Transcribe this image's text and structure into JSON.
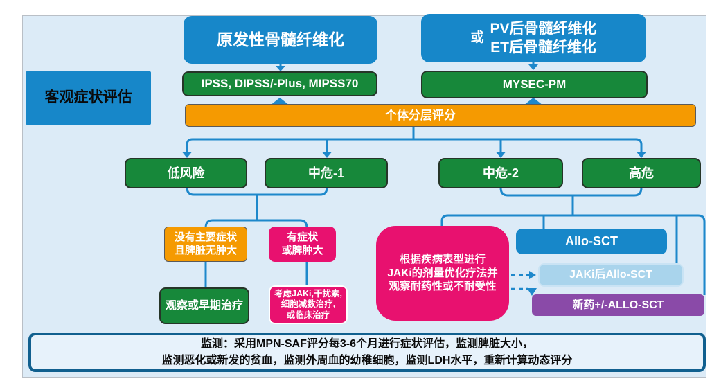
{
  "theme": {
    "panel_bg": "#dcebf7",
    "blue": "#1787c9",
    "green": "#17883a",
    "orange": "#f59a01",
    "pink": "#e8116f",
    "light_blue": "#a9d4ec",
    "purple": "#8a4aa8",
    "connector": "#1e88cb",
    "monitor_bg": "#e7f2fb",
    "monitor_border": "#11608f"
  },
  "header": {
    "primary_mf": "原发性骨髓纤维化",
    "or_label": "或",
    "post_pv_mf": "PV后骨髓纤维化",
    "post_et_mf": "ET后骨髓纤维化",
    "pmf_scores": "IPSS, DIPSS/-Plus, MIPSS70",
    "secondary_score": "MYSEC-PM"
  },
  "left_label": "客观症状评估",
  "stratification_bar": "个体分层评分",
  "risk_levels": {
    "low": "低风险",
    "int1": "中危-1",
    "int2": "中危-2",
    "high": "高危"
  },
  "low_branch": {
    "no_symptoms": {
      "line1": "没有主要症状",
      "line2": "且脾脏无肿大"
    },
    "symptomatic": {
      "line1": "有症状",
      "line2": "或脾肿大"
    },
    "observe": "观察或早期治疗",
    "consider": {
      "line1": "考虑JAKi,干扰素,",
      "line2": "细胞减数治疗,",
      "line3": "或临床治疗"
    }
  },
  "high_branch": {
    "jaki_optimize": {
      "line1": "根据疾病表型进行",
      "line2": "JAKi的剂量优化疗法并",
      "line3": "观察耐药性或不耐受性"
    },
    "allo_sct": "Allo-SCT",
    "jaki_then_allo": "JAKi后Allo-SCT",
    "novel_drugs": "新药+/-ALLO-SCT"
  },
  "monitoring": {
    "line1": "监测：采用MPN-SAF评分每3-6个月进行症状评估，监测脾脏大小，",
    "line2": "监测恶化或新发的贫血，监测外周血的幼稚细胞，监测LDH水平，重新计算动态评分"
  }
}
